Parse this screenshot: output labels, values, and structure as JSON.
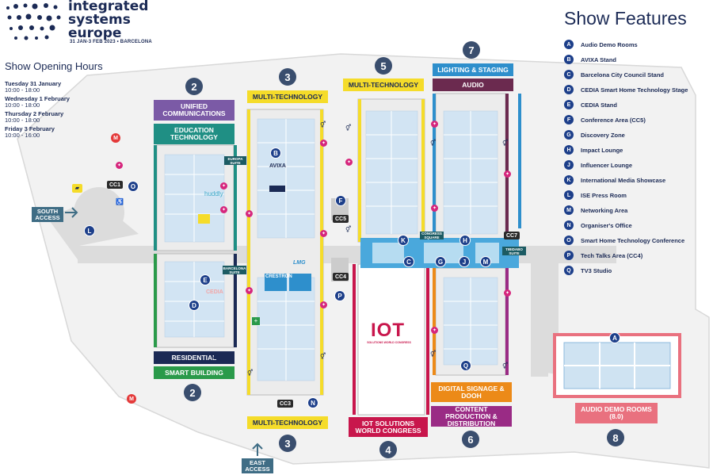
{
  "logo": {
    "line1": "integrated",
    "line2": "systems",
    "line3": "europe",
    "dates": "31 JAN-3 FEB 2023 • BARCELONA"
  },
  "hours": {
    "title": "Show Opening Hours",
    "days": [
      {
        "day": "Tuesday 31 January",
        "time": "10:00 - 18:00"
      },
      {
        "day": "Wednesday 1 February",
        "time": "10:00 - 18:00"
      },
      {
        "day": "Thursday 2 February",
        "time": "10:00 - 18:00"
      },
      {
        "day": "Friday 3 February",
        "time": "10:00 - 16:00"
      }
    ]
  },
  "features": {
    "title": "Show Features",
    "items": [
      {
        "letter": "A",
        "label": "Audio Demo Rooms"
      },
      {
        "letter": "B",
        "label": "AVIXA Stand"
      },
      {
        "letter": "C",
        "label": "Barcelona City Council Stand"
      },
      {
        "letter": "D",
        "label": "CEDIA Smart Home Technology Stage"
      },
      {
        "letter": "E",
        "label": "CEDIA Stand"
      },
      {
        "letter": "F",
        "label": "Conference Area (CC5)"
      },
      {
        "letter": "G",
        "label": "Discovery Zone"
      },
      {
        "letter": "H",
        "label": "Impact Lounge"
      },
      {
        "letter": "J",
        "label": "Influencer Lounge"
      },
      {
        "letter": "K",
        "label": "International Media Showcase"
      },
      {
        "letter": "L",
        "label": "ISE Press Room"
      },
      {
        "letter": "M",
        "label": "Networking Area"
      },
      {
        "letter": "N",
        "label": "Organiser's Office"
      },
      {
        "letter": "O",
        "label": "Smart Home Technology Conference"
      },
      {
        "letter": "P",
        "label": "Tech Talks Area (CC4)"
      },
      {
        "letter": "Q",
        "label": "TV3 Studio"
      }
    ]
  },
  "halls": {
    "unified": "UNIFIED COMMUNICATIONS",
    "education": "EDUCATION TECHNOLOGY",
    "residential": "RESIDENTIAL",
    "smart_building": "SMART BUILDING",
    "multi3_top": "MULTI-TECHNOLOGY",
    "multi3_bottom": "MULTI-TECHNOLOGY",
    "multi5": "MULTI-TECHNOLOGY",
    "lighting": "LIGHTING & STAGING",
    "audio": "AUDIO",
    "iot": "IOT SOLUTIONS WORLD CONGRESS",
    "iot_logo": "IOT",
    "iot_logo_sub": "SOLUTIONS WORLD CONGRESS",
    "digital": "DIGITAL SIGNAGE & DOOH",
    "content": "CONTENT PRODUCTION & DISTRIBUTION",
    "audio_demo": "AUDIO DEMO ROOMS (8.0)"
  },
  "numbers": {
    "h2_top": "2",
    "h2_bottom": "2",
    "h3_top": "3",
    "h3_bottom": "3",
    "h4": "4",
    "h5": "5",
    "h6": "6",
    "h7": "7",
    "h8": "8"
  },
  "cc": {
    "cc1": "CC1",
    "cc3": "CC3",
    "cc4": "CC4",
    "cc5": "CC5",
    "cc7": "CC7"
  },
  "suites": {
    "europa": "EUROPA SUITE",
    "barcelona": "BARCELONA SUITE",
    "congress": "CONGRESS SQUARE",
    "tibidabo": "TIBIDABO SUITE"
  },
  "access": {
    "south": "SOUTH ACCESS",
    "east": "EAST ACCESS"
  },
  "brands": {
    "avixa": "AVIXA",
    "crestron": "CRESTRON",
    "lmg": "LMG",
    "huddly": "huddly",
    "cedia": "CEDIA"
  },
  "colors": {
    "navy": "#1b2a55",
    "purple": "#7b5aa6",
    "teal": "#1f8f84",
    "yellow": "#f5dc2a",
    "lightblue": "#2e8fcc",
    "darkmagenta": "#6b2a4f",
    "crimson": "#c8164c",
    "orange": "#ec8a18",
    "magenta": "#9a2b85",
    "green": "#2a9a4a",
    "pinkroom": "#e9717f"
  }
}
